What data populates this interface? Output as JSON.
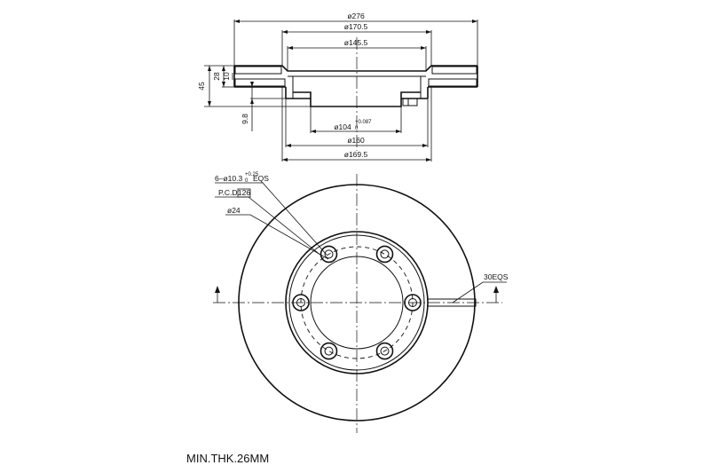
{
  "top_view": {
    "dia_outer": "ø276",
    "dia_hat": "ø170.5",
    "dia_bore_top": "ø145.5",
    "dia_center_bore": "ø104",
    "tol_center_bore_upper": "+0.087",
    "tol_center_bore_lower": "0",
    "dia_160": "ø160",
    "dia_169_5": "ø169.5",
    "height_total": "45",
    "thickness": "28",
    "vane_thickness": "10",
    "hat_offset": "9.8"
  },
  "front_view": {
    "bolt_holes_label": "6–ø10.3",
    "bolt_holes_tol_upper": "+0.25",
    "bolt_holes_tol_lower": "0",
    "bolt_holes_suffix": "EQS",
    "pcd_label": "P.C.D.",
    "pcd_value": "126",
    "inner_dia": "ø24",
    "slots_label": "30EQS",
    "bolt_hole_count": 6
  },
  "footer": {
    "min_thickness": "MIN.THK.26MM"
  },
  "colors": {
    "line": "#111111",
    "background": "#ffffff"
  }
}
